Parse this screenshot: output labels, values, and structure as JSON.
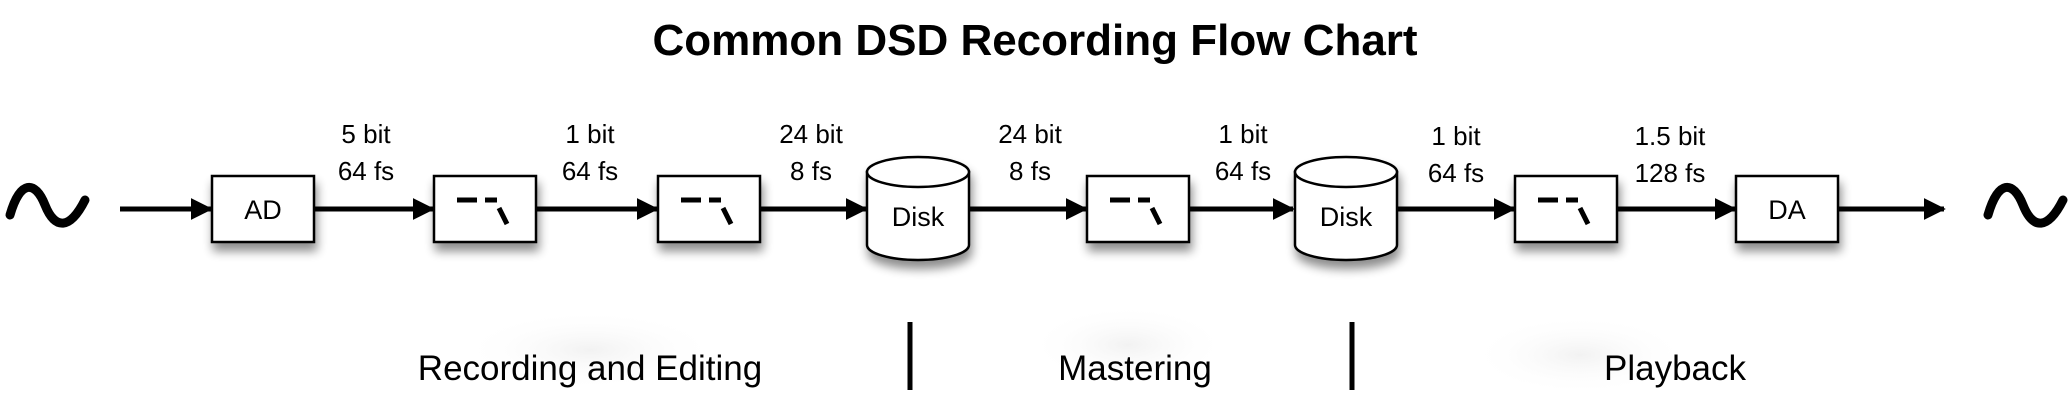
{
  "title": "Common DSD Recording Flow Chart",
  "blocks": {
    "ad": "AD",
    "disk_1": "Disk",
    "disk_2": "Disk",
    "da": "DA"
  },
  "links": [
    {
      "bits": "5 bit",
      "rate": "64 fs"
    },
    {
      "bits": "1 bit",
      "rate": "64 fs"
    },
    {
      "bits": "24 bit",
      "rate": "8 fs"
    },
    {
      "bits": "24 bit",
      "rate": "8 fs"
    },
    {
      "bits": "1 bit",
      "rate": "64 fs"
    },
    {
      "bits": "1 bit",
      "rate": "64 fs"
    },
    {
      "bits": "1.5 bit",
      "rate": "128 fs"
    }
  ],
  "sections": {
    "recording": "Recording and Editing",
    "mastering": "Mastering",
    "playback": "Playback"
  },
  "icons": {
    "input": "analog-wave-icon",
    "output": "analog-wave-icon",
    "filter": "lowpass-filter-icon"
  }
}
